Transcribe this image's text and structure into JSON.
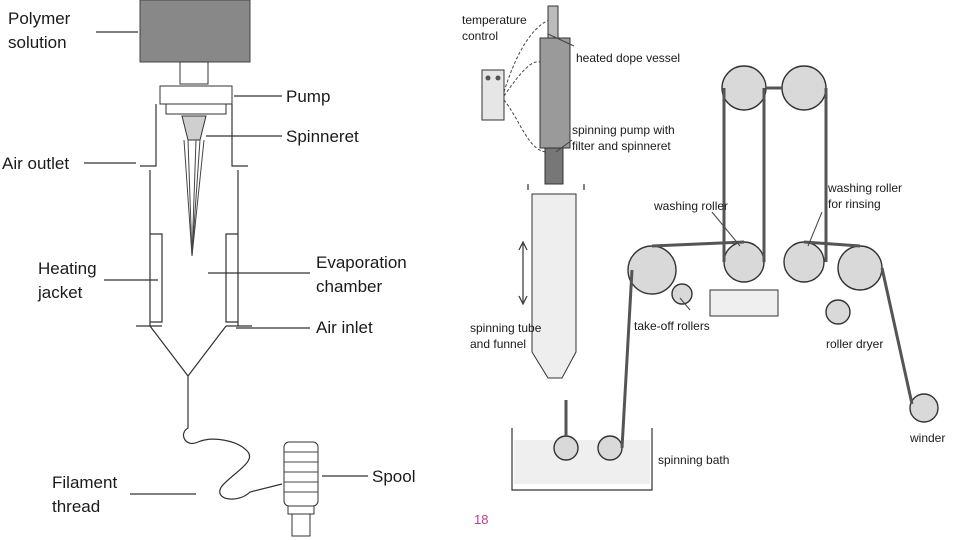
{
  "left_diagram": {
    "polymer_solution": [
      "Polymer",
      "solution"
    ],
    "pump": "Pump",
    "spinneret": "Spinneret",
    "air_outlet": "Air outlet",
    "heating_jacket": [
      "Heating",
      "jacket"
    ],
    "evaporation_chamber": [
      "Evaporation",
      "chamber"
    ],
    "air_inlet": "Air inlet",
    "filament_thread": [
      "Filament",
      "thread"
    ],
    "spool": "Spool"
  },
  "right_diagram": {
    "temperature_control": [
      "temperature",
      "control"
    ],
    "heated_dope_vessel": "heated dope vessel",
    "spinning_pump": [
      "spinning pump with",
      "filter and spinneret"
    ],
    "washing_roller": "washing roller",
    "washing_roller_rinsing": [
      "washing roller",
      "for rinsing"
    ],
    "spinning_tube": [
      "spinning tube",
      "and funnel"
    ],
    "take_off_rollers": "take-off rollers",
    "roller_dryer": "roller dryer",
    "winder": "winder",
    "spinning_bath": "spinning bath"
  },
  "page_number": "18",
  "colors": {
    "page_number": "#c03c8c",
    "ink": "#333333",
    "roller_fill": "#d9d9d9"
  }
}
